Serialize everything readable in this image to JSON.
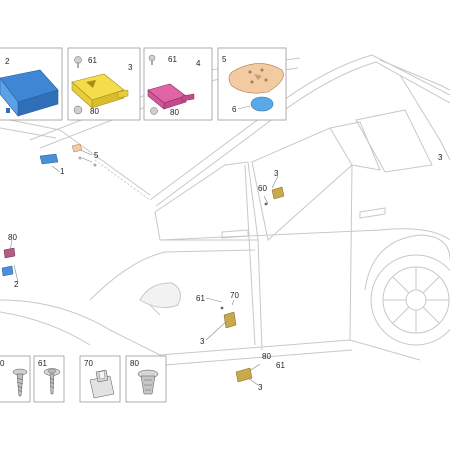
{
  "callouts": {
    "p1": "1",
    "p2_panel": "2",
    "p2_left": "2",
    "p3_panel": "3",
    "p3_right": "3",
    "p3_bpillar": "3",
    "p3_door": "3",
    "p3_sill": "3",
    "p4_panel": "4",
    "p5_panel": "5",
    "p5_roof": "5",
    "p6_panel": "6",
    "p60_bpillar": "60",
    "p61_panel3": "61",
    "p61_panel4": "61",
    "p61_door": "61",
    "p61_sill": "61",
    "p70_door": "70",
    "p80_panel3": "80",
    "p80_panel4": "80",
    "p80_left": "80",
    "p80_sill": "80"
  },
  "hardware_legend": [
    {
      "label": "0"
    },
    {
      "label": "61"
    },
    {
      "label": "70"
    },
    {
      "label": "80"
    }
  ],
  "colors": {
    "module_blue": "#4a90d9",
    "module_yellow": "#f2d43a",
    "module_pink": "#d9559a",
    "pad_tan": "#f0c9a0",
    "disc_blue": "#5aa8e6",
    "sensor_gold": "#c9a94a"
  }
}
